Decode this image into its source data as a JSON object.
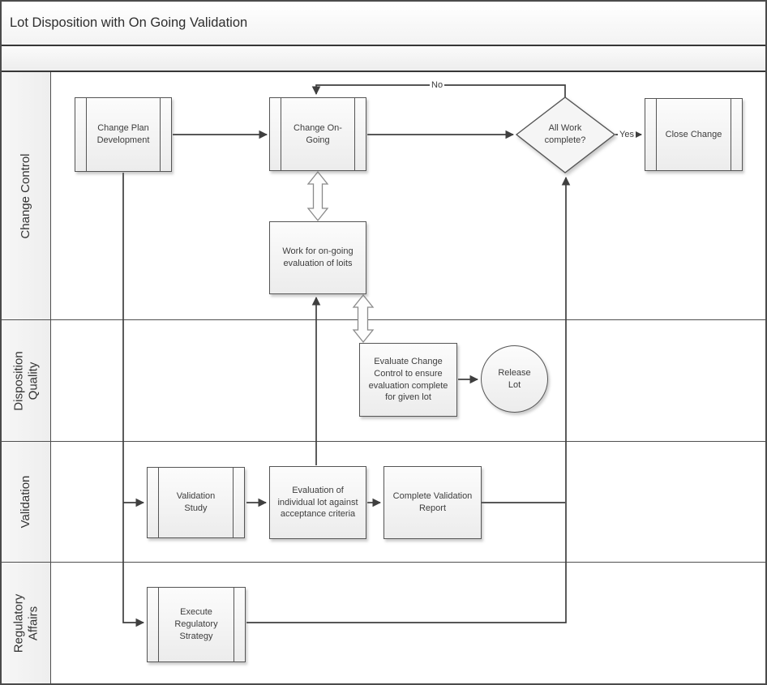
{
  "title": "Lot Disposition with On Going Validation",
  "lanes": [
    {
      "id": "change-control",
      "label": "Change Control"
    },
    {
      "id": "disposition-quality",
      "label": "Disposition Quality"
    },
    {
      "id": "validation",
      "label": "Validation"
    },
    {
      "id": "regulatory-affairs",
      "label": "Regulatory Affairs"
    }
  ],
  "nodes": {
    "change_plan": {
      "label": "Change Plan Development",
      "type": "predefined-process",
      "lane": "Change Control"
    },
    "change_on_going": {
      "label": "Change On-Going",
      "type": "predefined-process",
      "lane": "Change Control"
    },
    "all_work_complete": {
      "label": "All Work complete?",
      "type": "decision",
      "lane": "Change Control"
    },
    "close_change": {
      "label": "Close Change",
      "type": "predefined-process",
      "lane": "Change Control"
    },
    "work_on_going_eval": {
      "label": "Work for on-going evaluation of loits",
      "type": "process",
      "lane": "Change Control"
    },
    "evaluate_change_control": {
      "label": "Evaluate Change Control to ensure evaluation complete for given lot",
      "type": "process",
      "lane": "Disposition Quality"
    },
    "release_lot": {
      "label": "Release Lot",
      "type": "circle",
      "lane": "Disposition Quality"
    },
    "validation_study": {
      "label": "Validation Study",
      "type": "predefined-process",
      "lane": "Validation"
    },
    "evaluation_individual_lot": {
      "label": "Evaluation of individual lot against acceptance criteria",
      "type": "process",
      "lane": "Validation"
    },
    "complete_validation_report": {
      "label": "Complete Validation Report",
      "type": "process",
      "lane": "Validation"
    },
    "execute_regulatory_strategy": {
      "label": "Execute Regulatory Strategy",
      "type": "predefined-process",
      "lane": "Regulatory Affairs"
    }
  },
  "connector_labels": {
    "yes": "Yes",
    "no": "No"
  },
  "colors": {
    "line": "#3f3f3f",
    "shape_border": "#555555",
    "shape_fill_top": "#fcfcfc",
    "shape_fill_bottom": "#ececec",
    "text": "#3d3d3d",
    "background": "#ffffff"
  }
}
